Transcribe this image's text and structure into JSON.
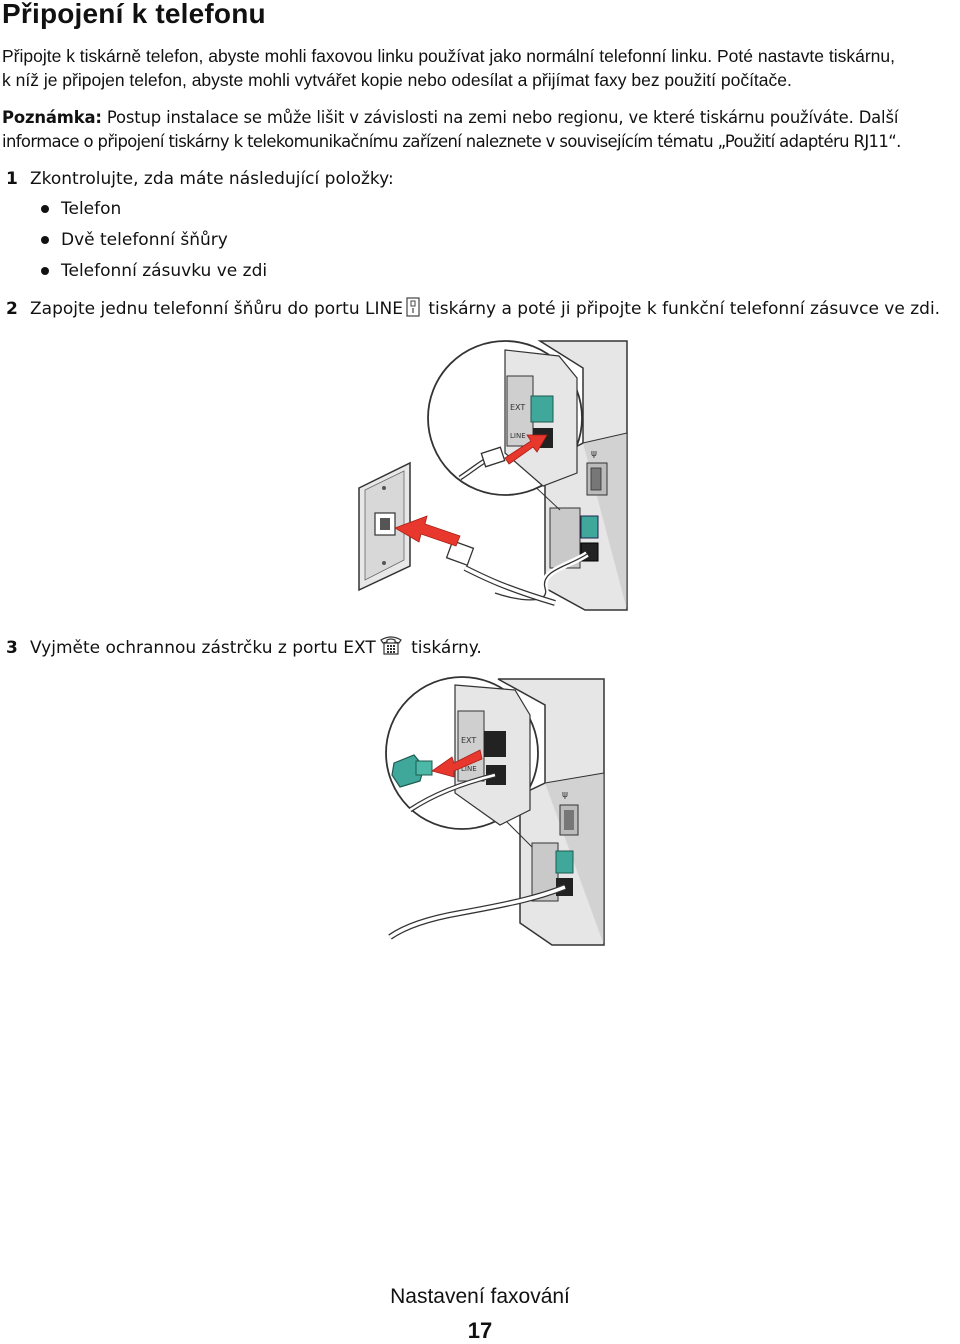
{
  "heading": "Připojení k telefonu",
  "intro": {
    "line1": "Připojte k tiskárně telefon, abyste mohli faxovou linku používat jako normální telefonní linku. Poté nastavte tiskárnu,",
    "line2": "k níž je připojen telefon, abyste mohli vytvářet kopie nebo odesílat a přijímat faxy bez použití počítače."
  },
  "note": {
    "label": "Poznámka:",
    "line1": " Postup instalace se může lišit v závislosti na zemi nebo regionu, ve které tiskárnu používáte. Další",
    "line2": "informace o připojení tiskárny k telekomunikačnímu zařízení naleznete v souvisejícím tématu „Použití adaptéru RJ11“."
  },
  "steps": [
    {
      "number": "1",
      "text": "Zkontrolujte, zda máte následující položky:",
      "items": [
        "Telefon",
        "Dvě telefonní šňůry",
        "Telefonní zásuvku ve zdi"
      ]
    },
    {
      "number": "2",
      "text_before": "Zapojte jednu telefonní šňůru do portu LINE",
      "icon": "line-port-icon",
      "text_after": " tiskárny a poté ji připojte k funkční telefonní zásuvce ve zdi."
    },
    {
      "number": "3",
      "text_before": "Vyjměte ochrannou zástrčku z portu EXT",
      "icon": "ext-phone-icon",
      "text_after": " tiskárny."
    }
  ],
  "figures": {
    "port_labels": [
      "EXT",
      "LINE"
    ]
  },
  "colors": {
    "arrow": "#e8372c",
    "plug": "#3fa89a",
    "printer": "#e4e4e4",
    "outline": "#333333"
  },
  "footer": {
    "section": "Nastavení faxování",
    "page": "17"
  }
}
